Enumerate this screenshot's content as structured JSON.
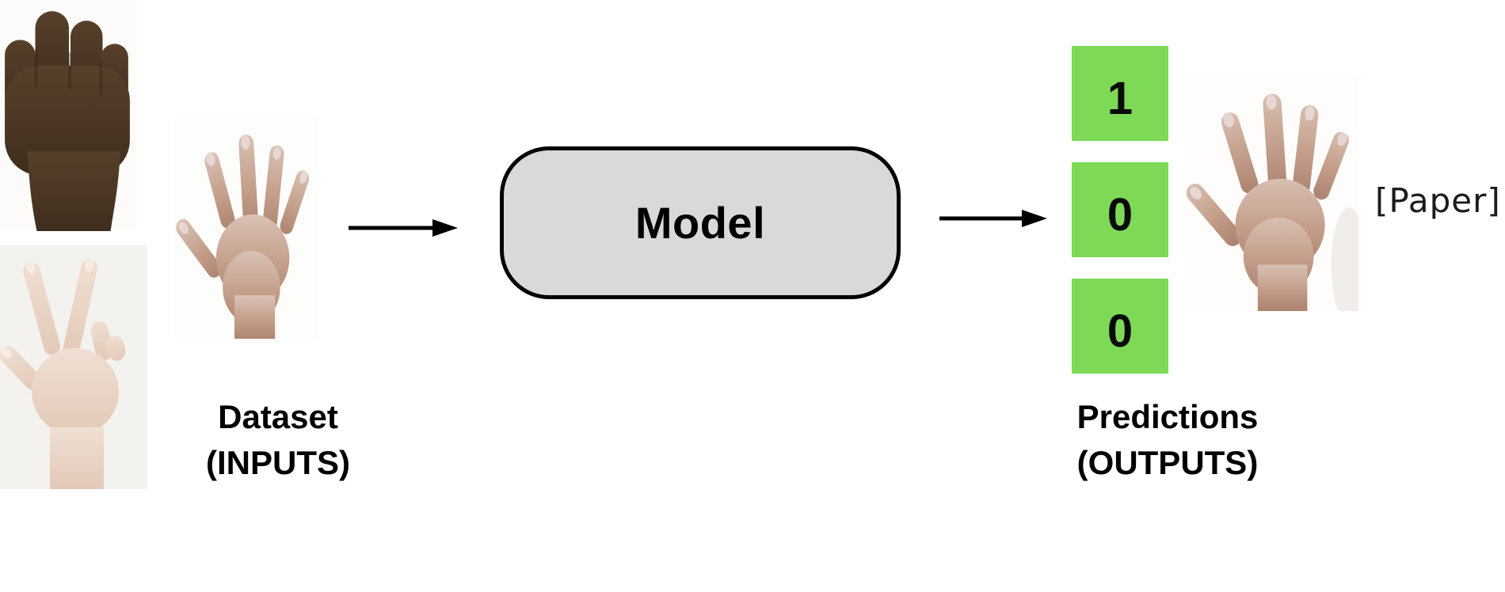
{
  "figure": {
    "model": {
      "label": "Model"
    },
    "dataset_caption": {
      "line1": "Dataset",
      "line2": "(INPUTS)"
    },
    "predictions_caption": {
      "line1": "Predictions",
      "line2": "(OUTPUTS)"
    },
    "predictions": {
      "values": [
        "1",
        "0",
        "0"
      ]
    },
    "paper_link": {
      "label": "[Paper]"
    },
    "images": {
      "fist": "dark-skin-closed-fist-hand",
      "v_sign": "pale-skin-two-finger-v-hand",
      "open_input": "tan-skin-open-spread-hand",
      "open_output": "tan-skin-open-spread-hand"
    },
    "colors": {
      "prediction_green": "#7ED957",
      "model_fill": "#D9D9D9",
      "model_border": "#000000",
      "arrow": "#000000",
      "caption_text": "#000000",
      "paper_text": "#1B1B1B"
    }
  }
}
